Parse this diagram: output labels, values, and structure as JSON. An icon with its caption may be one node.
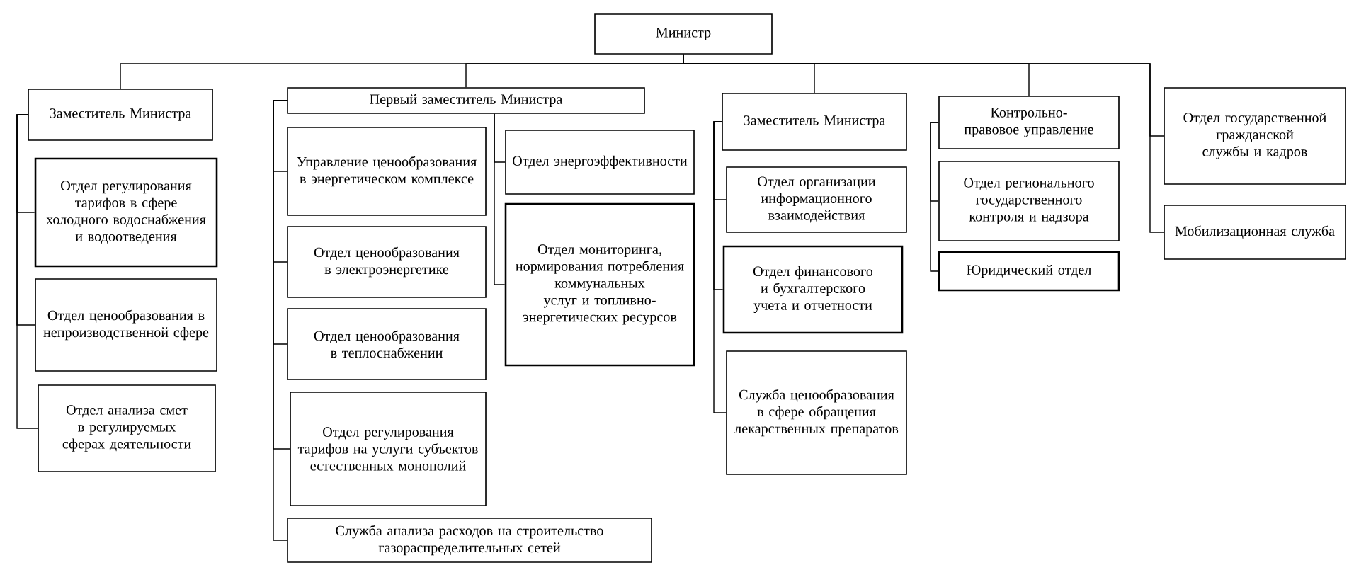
{
  "diagram": {
    "nodes": [
      {
        "text": [
          "Министр"
        ]
      },
      {
        "text": [
          "Заместитель Министра"
        ]
      },
      {
        "text": [
          "Отдел регулирования тарифов в сфере холодного водоснабжения и водоотведения"
        ]
      },
      {
        "text": [
          "Отдел ценообразования в непроизводственной сфере"
        ]
      },
      {
        "text": [
          "Отдел анализа смет в регулируемых сферах деятельности"
        ]
      },
      {
        "text": [
          "Первый заместитель Министра"
        ]
      },
      {
        "text": [
          "Управление ценообразования в энергетическом комплексе"
        ]
      },
      {
        "text": [
          "Отдел ценообразования в электроэнергетике"
        ]
      },
      {
        "text": [
          "Отдел ценообразования в теплоснабжении"
        ]
      },
      {
        "text": [
          "Отдел регулирования тарифов на услуги субъектов естественных монополий"
        ]
      },
      {
        "text": [
          "Служба анализа расходов на строительство газораспределительных сетей"
        ]
      },
      {
        "text": [
          "Отдел энергоэффективности"
        ]
      },
      {
        "text": [
          "Отдел мониторинга, нормирования потребления коммунальных услуг и топливно-энергетических ресурсов"
        ]
      },
      {
        "text": [
          "Заместитель Министра"
        ]
      },
      {
        "text": [
          "Отдел организации информационного взаимодействия"
        ]
      },
      {
        "text": [
          "Отдел финансового и бухгалтерского учета и отчетности"
        ]
      },
      {
        "text": [
          "Служба ценообразования в сфере обращения лекарственных препаратов"
        ]
      },
      {
        "text": [
          "Контрольно-правовое управление"
        ]
      },
      {
        "text": [
          "Отдел регионального государственного контроля и надзора"
        ]
      },
      {
        "text": [
          "Юридический отдел"
        ]
      },
      {
        "text": [
          "Отдел государственной гражданской службы и кадров"
        ]
      },
      {
        "text": [
          "Мобилизационная служба"
        ]
      }
    ],
    "edges": [
      {
        "from": 0,
        "to": 1,
        "arrow": "none"
      },
      {
        "from": 0,
        "to": 5,
        "arrow": "none"
      },
      {
        "from": 0,
        "to": 13,
        "arrow": "none"
      },
      {
        "from": 0,
        "to": 17,
        "arrow": "none"
      },
      {
        "from": 0,
        "to": 20,
        "arrow": "none"
      },
      {
        "from": 0,
        "to": 21,
        "arrow": "none"
      },
      {
        "from": 1,
        "to": 2,
        "arrow": "none"
      },
      {
        "from": 1,
        "to": 3,
        "arrow": "none"
      },
      {
        "from": 1,
        "to": 4,
        "arrow": "none"
      },
      {
        "from": 5,
        "to": 6,
        "arrow": "none"
      },
      {
        "from": 5,
        "to": 7,
        "arrow": "none"
      },
      {
        "from": 5,
        "to": 8,
        "arrow": "none"
      },
      {
        "from": 5,
        "to": 9,
        "arrow": "none"
      },
      {
        "from": 5,
        "to": 10,
        "arrow": "none"
      },
      {
        "from": 5,
        "to": 11,
        "arrow": "none"
      },
      {
        "from": 5,
        "to": 12,
        "arrow": "none"
      },
      {
        "from": 13,
        "to": 14,
        "arrow": "none"
      },
      {
        "from": 13,
        "to": 15,
        "arrow": "none"
      },
      {
        "from": 13,
        "to": 16,
        "arrow": "none"
      },
      {
        "from": 17,
        "to": 18,
        "arrow": "none"
      },
      {
        "from": 17,
        "to": 19,
        "arrow": "none"
      }
    ]
  }
}
